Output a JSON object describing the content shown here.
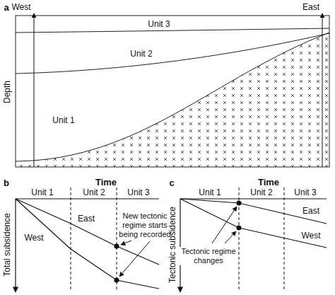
{
  "diagram": {
    "labels": [
      "a",
      "West",
      "East",
      "Unit 3",
      "Unit 2",
      "Unit 1",
      "Depth",
      "b",
      "Time",
      "Unit 1",
      "Unit 2",
      "Unit 3",
      "East",
      "West",
      "Total subsidence",
      "New tectonic regime starts being recorded",
      "c",
      "Time",
      "Unit 1",
      "Unit 2",
      "Unit 3",
      "East",
      "West",
      "Tectonic subsidence",
      "Tectonic regime changes"
    ]
  }
}
